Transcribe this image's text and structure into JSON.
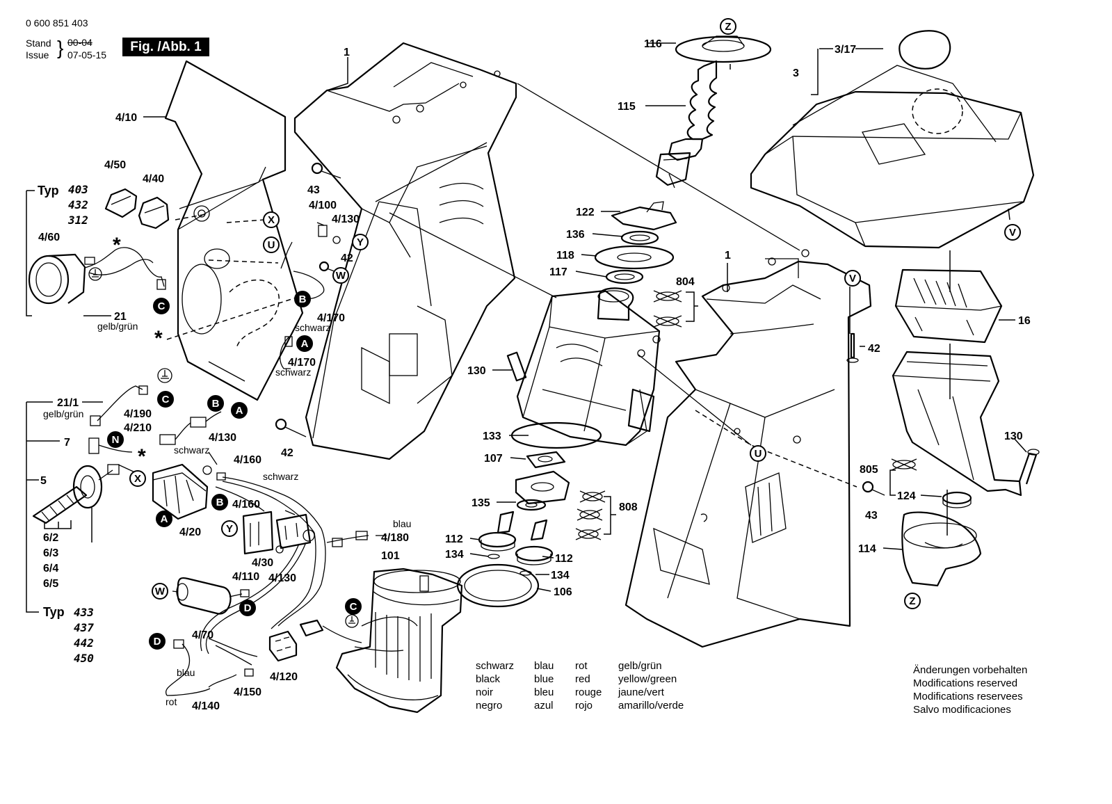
{
  "header": {
    "part_number": "0 600 851 403",
    "stand_label": "Stand",
    "issue_label": "Issue",
    "old_date": "00-04",
    "date": "07-05-15",
    "figure": "Fig. /Abb. 1"
  },
  "color_legend": {
    "de": [
      "schwarz",
      "blau",
      "rot",
      "gelb/grün"
    ],
    "en": [
      "black",
      "blue",
      "red",
      "yellow/green"
    ],
    "fr": [
      "noir",
      "bleu",
      "rouge",
      "jaune/vert"
    ],
    "es": [
      "negro",
      "azul",
      "rojo",
      "amarillo/verde"
    ]
  },
  "notes": [
    "Änderungen vorbehalten",
    "Modifications reserved",
    "Modifications reservees",
    "Salvo modificaciones"
  ],
  "typ": {
    "label": "Typ",
    "group1": [
      "403",
      "432",
      "312"
    ],
    "group2": [
      "433",
      "437",
      "442",
      "450"
    ]
  },
  "part_labels": {
    "p1a": "1",
    "p1b": "1",
    "p3": "3",
    "p3_17": "3/17",
    "p4_10": "4/10",
    "p4_50": "4/50",
    "p4_40": "4/40",
    "p4_60": "4/60",
    "p21": "21",
    "p43a": "43",
    "p4_100": "4/100",
    "p4_130a": "4/130",
    "p42a": "42",
    "p4_170a": "4/170",
    "p4_170b": "4/170",
    "p21_1": "21/1",
    "p4_190": "4/190",
    "p4_210": "4/210",
    "p7": "7",
    "p4_130b": "4/130",
    "p5": "5",
    "p4_160a": "4/160",
    "p4_160b": "4/160",
    "p42b": "42",
    "p4_20": "4/20",
    "p4_180": "4/180",
    "p4_30": "4/30",
    "p4_110": "4/110",
    "p4_130c": "4/130",
    "p6_2": "6/2",
    "p6_3": "6/3",
    "p6_4": "6/4",
    "p6_5": "6/5",
    "p4_70": "4/70",
    "p4_120": "4/120",
    "p4_150": "4/150",
    "p4_140": "4/140",
    "p101": "101",
    "p116": "116",
    "p115": "115",
    "p122": "122",
    "p136": "136",
    "p118": "118",
    "p117": "117",
    "p804": "804",
    "p130a": "130",
    "p133": "133",
    "p107": "107",
    "p808": "808",
    "p135": "135",
    "p112a": "112",
    "p112b": "112",
    "p134a": "134",
    "p134b": "134",
    "p106": "106",
    "p16": "16",
    "p42c": "42",
    "p130b": "130",
    "p805": "805",
    "p124": "124",
    "p43b": "43",
    "p114": "114"
  },
  "wire_labels": {
    "gelbgruen_a": "gelb/grün",
    "gelbgruen_b": "gelb/grün",
    "schwarz_a": "schwarz",
    "schwarz_b": "schwarz",
    "schwarz_c": "schwarz",
    "schwarz_d": "schwarz",
    "blau_a": "blau",
    "blau_b": "blau",
    "rot": "rot"
  },
  "callouts": {
    "X": "X",
    "Y": "Y",
    "U": "U",
    "W": "W",
    "A": "A",
    "B": "B",
    "C": "C",
    "D": "D",
    "N": "N",
    "V": "V",
    "Z": "Z",
    "star": "*"
  }
}
